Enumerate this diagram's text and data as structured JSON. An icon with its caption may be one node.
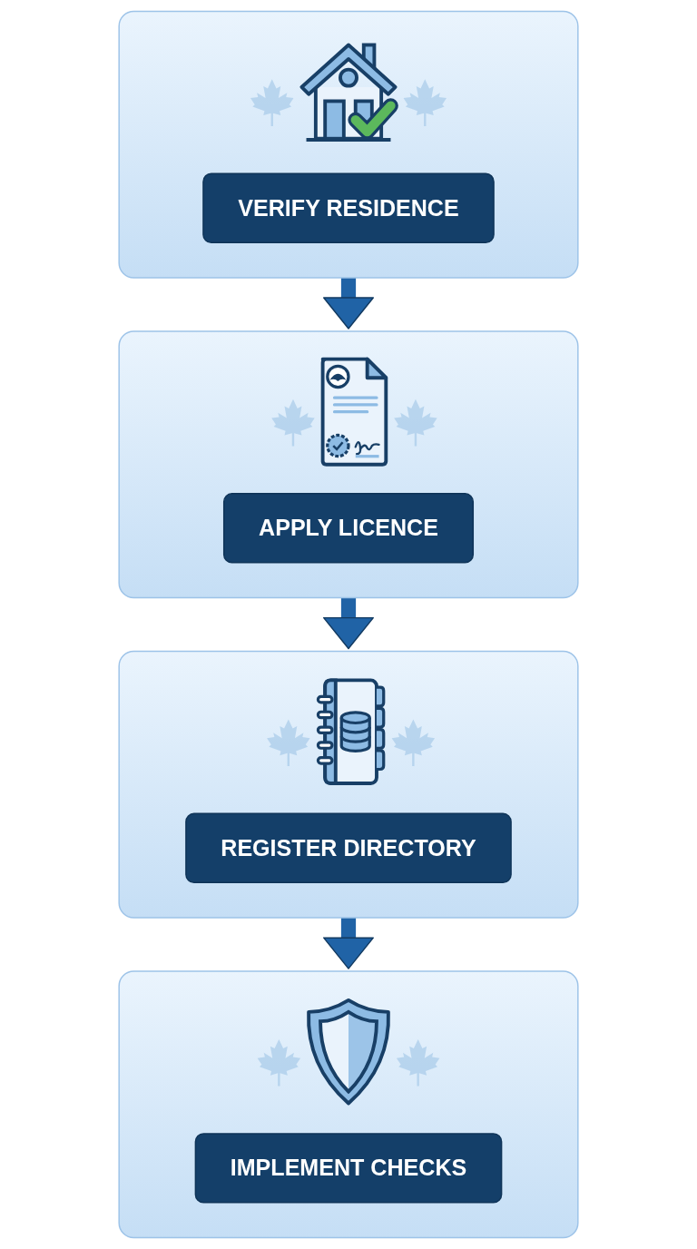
{
  "diagram": {
    "nodes": [
      {
        "text": [],
        "shape": "box"
      },
      {
        "text": [
          "VERIFY RESIDENCE"
        ],
        "in": 0
      },
      {
        "text": [],
        "shape": "box"
      },
      {
        "text": [
          "APPLY LICENCE"
        ],
        "in": 2
      },
      {
        "text": [],
        "shape": "box"
      },
      {
        "text": [
          "REGISTER DIRECTORY"
        ],
        "in": 4
      },
      {
        "text": [],
        "shape": "box"
      },
      {
        "text": [
          "IMPLEMENT CHECKS"
        ],
        "in": 6
      }
    ],
    "edges": [
      {
        "from": 0,
        "to": 2,
        "arrow": "to"
      },
      {
        "from": 2,
        "to": 4,
        "arrow": "to"
      },
      {
        "from": 4,
        "to": 6,
        "arrow": "to"
      }
    ]
  }
}
